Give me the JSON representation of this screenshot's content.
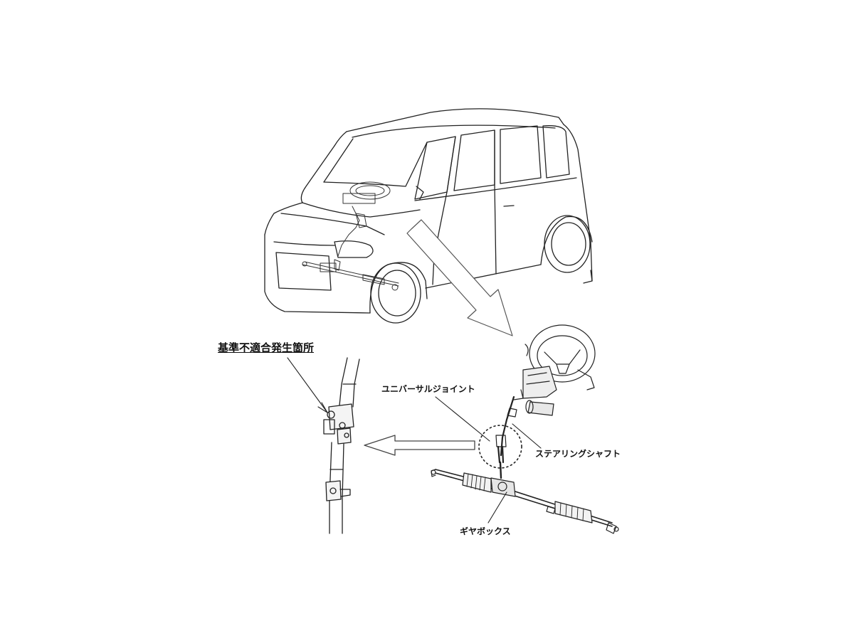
{
  "diagram": {
    "labels": {
      "defect_location": "基準不適合発生箇所",
      "universal_joint": "ユニバーサルジョイント",
      "steering_shaft": "ステアリングシャフト",
      "gearbox": "ギヤボックス"
    }
  }
}
